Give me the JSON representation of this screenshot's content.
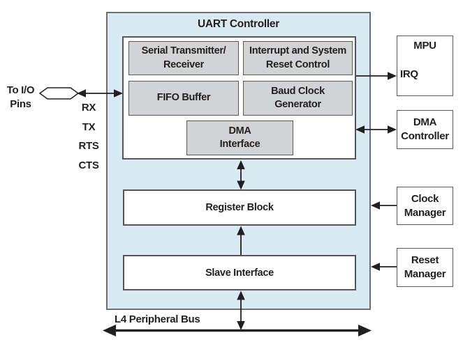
{
  "title": "UART Controller",
  "io": {
    "label": "To I/O\nPins",
    "signals": [
      "RX",
      "TX",
      "RTS",
      "CTS"
    ]
  },
  "blocks": {
    "serial_transmitter": "Serial Transmitter/\nReceiver",
    "interrupt_reset": "Interrupt and System\nReset Control",
    "fifo_buffer": "FIFO Buffer",
    "baud_clock": "Baud Clock\nGenerator",
    "dma_interface": "DMA\nInterface",
    "register_block": "Register Block",
    "slave_interface": "Slave Interface"
  },
  "external_blocks": {
    "mpu": "MPU",
    "irq": "IRQ",
    "dma_controller": "DMA\nController",
    "clock_manager": "Clock\nManager",
    "reset_manager": "Reset\nManager"
  },
  "bus": {
    "label": "L4 Peripheral Bus"
  },
  "colors": {
    "container_fill": "#d9eaf3",
    "block_fill": "#d1d3d4",
    "border_dark": "#55565a",
    "container_border": "#6d6e71",
    "arrow_color": "#231f20",
    "text_color": "#231f20"
  }
}
